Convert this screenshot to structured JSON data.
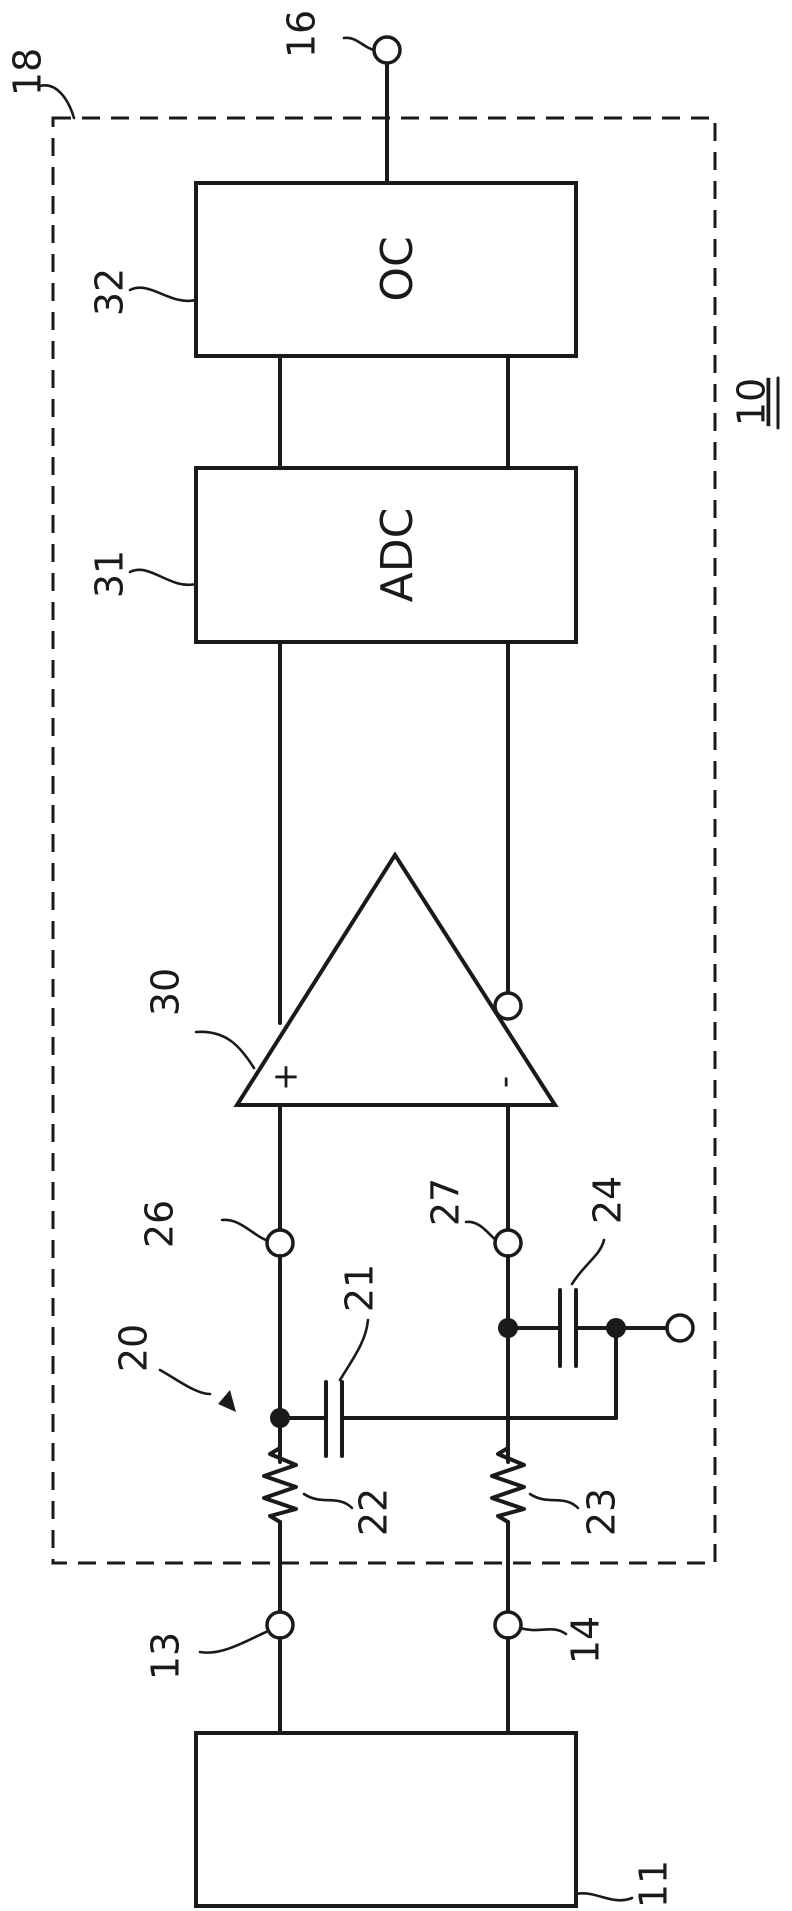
{
  "blocks": {
    "oc": "OC",
    "adc": "ADC"
  },
  "amplifier": {
    "plus": "+",
    "minus": "-"
  },
  "refs": {
    "r18": "18",
    "r16": "16",
    "r32": "32",
    "r10": "10",
    "r31": "31",
    "r30": "30",
    "r26": "26",
    "r27": "27",
    "r24": "24",
    "r21": "21",
    "r20": "20",
    "r22": "22",
    "r23": "23",
    "r13": "13",
    "r14": "14",
    "r11": "11"
  }
}
